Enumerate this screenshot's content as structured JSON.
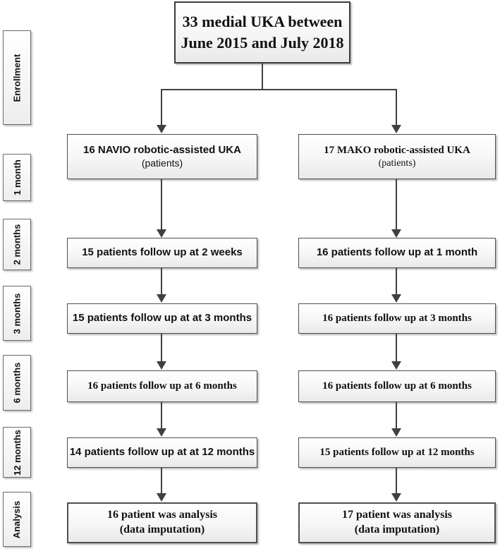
{
  "diagram": {
    "title": {
      "line1": "33 medial UKA between",
      "line2": "June 2015 and July 2018"
    },
    "stages": [
      "Enrollment",
      "1 month",
      "2 months",
      "3 months",
      "6 months",
      "12 months",
      "Analysis"
    ],
    "left_column": {
      "arm": {
        "line1": "16 NAVIO robotic-assisted UKA",
        "line2": "(patients)"
      },
      "followups": [
        "15 patients follow up at 2 weeks",
        "15 patients follow up at at 3 months",
        "16 patients follow up at 6 months",
        "14 patients follow up at at 12 months"
      ],
      "analysis": {
        "line1": "16 patient was analysis",
        "line2": "(data imputation)"
      }
    },
    "right_column": {
      "arm": {
        "line1": "17 MAKO robotic-assisted UKA",
        "line2": "(patients)"
      },
      "followups": [
        "16 patients follow up at 1 month",
        "16 patients follow up at 3 months",
        "16 patients follow up at 6 months",
        "15 patients follow up at 12 months"
      ],
      "analysis": {
        "line1": "17 patient was analysis",
        "line2": "(data imputation)"
      }
    },
    "colors": {
      "line": "#404040",
      "box_border": "#4f4f4f",
      "box_fill_top": "#ffffff",
      "box_fill_bottom": "#e9e9e9"
    }
  }
}
